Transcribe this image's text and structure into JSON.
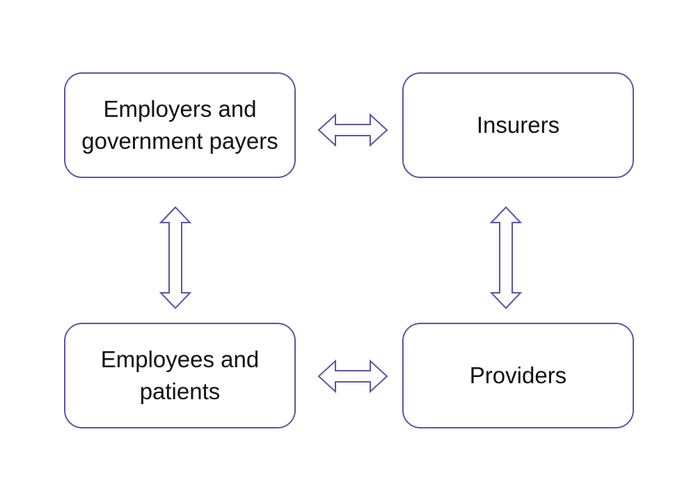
{
  "diagram": {
    "nodes": {
      "employers": {
        "label": "Employers and\ngovernment payers"
      },
      "insurers": {
        "label": "Insurers"
      },
      "employees": {
        "label": "Employees and\npatients"
      },
      "providers": {
        "label": "Providers"
      }
    },
    "edges": [
      {
        "from": "employers",
        "to": "insurers",
        "direction": "both"
      },
      {
        "from": "employers",
        "to": "employees",
        "direction": "both"
      },
      {
        "from": "insurers",
        "to": "providers",
        "direction": "both"
      },
      {
        "from": "employees",
        "to": "providers",
        "direction": "both"
      }
    ],
    "colors": {
      "border": "#5a55a6",
      "text": "#111111",
      "background": "#ffffff"
    }
  }
}
